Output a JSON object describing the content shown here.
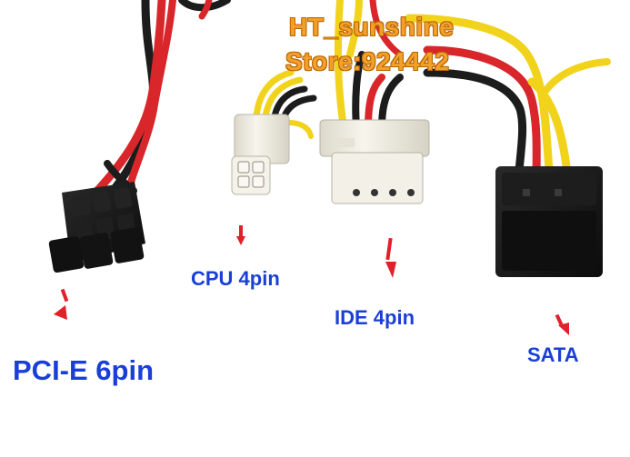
{
  "watermark": {
    "line1": "HT_sunshine",
    "line2": "Store:924442",
    "color": "#f2a02a"
  },
  "labels": {
    "pcie": "PCI-E 6pin",
    "cpu": "CPU 4pin",
    "ide": "IDE 4pin",
    "sata": "SATA"
  },
  "colors": {
    "label_text": "#1a3fd6",
    "arrow": "#e0202a",
    "wire_red": "#d8262b",
    "wire_yellow": "#f2d31b",
    "wire_black": "#1c1c1c",
    "connector_white": "#f3f1e7",
    "connector_black": "#141414"
  },
  "connectors": [
    {
      "name": "PCI-E 6pin",
      "color": "black"
    },
    {
      "name": "CPU 4pin",
      "color": "white"
    },
    {
      "name": "IDE 4pin",
      "color": "white"
    },
    {
      "name": "SATA",
      "color": "black"
    }
  ]
}
